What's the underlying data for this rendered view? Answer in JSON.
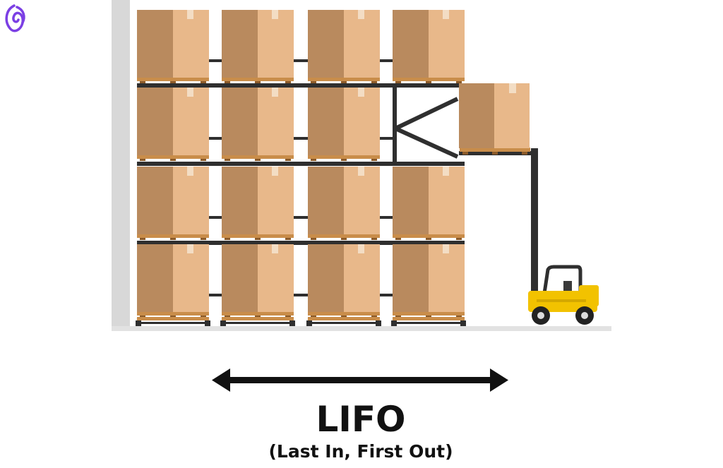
{
  "diagram": {
    "title": "LIFO",
    "subtitle": "(Last In, First Out)",
    "logo_icon": "brand-swirl-icon",
    "arrow_icon": "double-headed-arrow-icon",
    "rack": {
      "bays": 4,
      "levels": 4,
      "missing_slot": {
        "bay": 4,
        "level": 2
      }
    },
    "colors": {
      "logo": "#7b3fe4",
      "box_light": "#e8b88a",
      "box_dark": "#b98a5e",
      "pallet": "#c98d4a",
      "rack_frame": "#2f2f2f",
      "wall": "#d8d8d8",
      "floor": "#e2e2e2",
      "forklift": "#f2c200",
      "text": "#111111"
    }
  }
}
